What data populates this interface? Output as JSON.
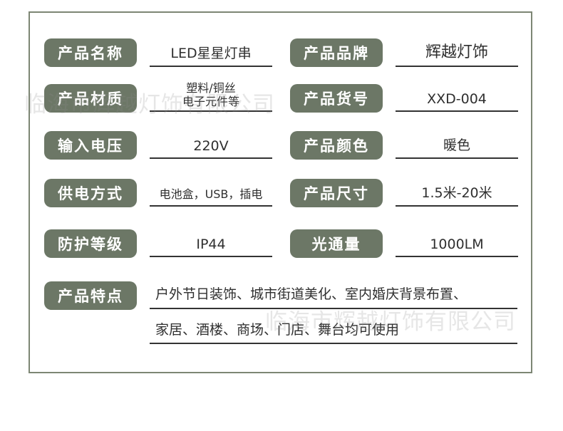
{
  "rows": [
    {
      "left_label": "产品名称",
      "left_value": "LED星星灯串",
      "right_label": "产品品牌",
      "right_value": "辉越灯饰"
    },
    {
      "left_label": "产品材质",
      "left_value_line1": "塑料/铜丝",
      "left_value_line2": "电子元件等",
      "right_label": "产品货号",
      "right_value": "XXD-004"
    },
    {
      "left_label": "输入电压",
      "left_value": "220V",
      "right_label": "产品颜色",
      "right_value": "暖色"
    },
    {
      "left_label": "供电方式",
      "left_value": "电池盒，USB，插电",
      "right_label": "产品尺寸",
      "right_value": "1.5米-20米"
    },
    {
      "left_label": "防护等级",
      "left_value": "IP44",
      "right_label": "光通量",
      "right_value": "1000LM"
    }
  ],
  "features": {
    "label": "产品特点",
    "line1": "户外节日装饰、城市街道美化、室内婚庆背景布置、",
    "line2": "家居、酒楼、商场、门店、舞台均可使用"
  },
  "watermarks": {
    "top": "临海市辉越灯饰有限公司",
    "bottom": "临海市辉越灯饰有限公司"
  },
  "colors": {
    "pill": "#6c7766",
    "frame": "#7d8674"
  }
}
